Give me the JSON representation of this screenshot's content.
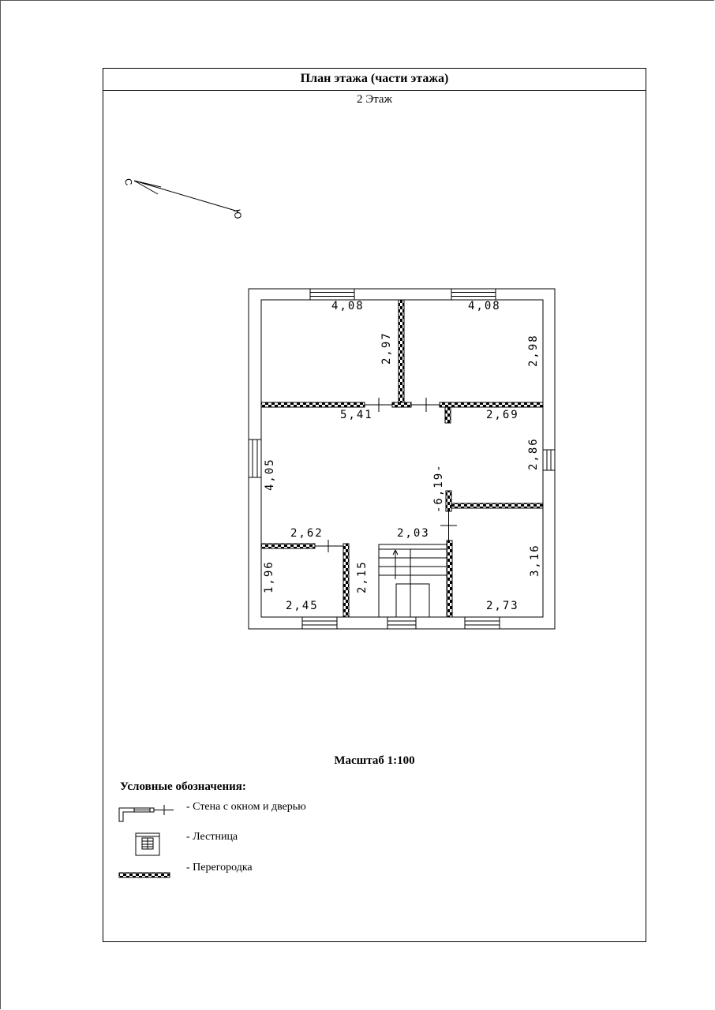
{
  "document": {
    "title": "План этажа (части этажа)",
    "floor": "2 Этаж",
    "scale": "Масштаб 1:100"
  },
  "compass": {
    "north_letter": "С",
    "south_letter": "Ю"
  },
  "dimensions": {
    "top_left_room_width": "4,08",
    "top_left_room_height": "2,97",
    "top_right_room_width": "4,08",
    "top_right_room_height": "2,98",
    "hall_top_width": "5,41",
    "hall_right_top_width": "2,69",
    "hall_right_height": "2,86",
    "hall_left_height": "4,05",
    "hall_middle_length": "-6,19-",
    "bottom_left_top_width": "2,62",
    "bottom_left_height": "1,96",
    "bottom_left_bottom_width": "2,45",
    "corridor_height": "2,15",
    "stair_width": "2,03",
    "bottom_right_height": "3,16",
    "bottom_right_width": "2,73"
  },
  "legend": {
    "title": "Условные обозначения:",
    "items": [
      {
        "icon": "wall-with-window-door-icon",
        "label": "- Стена с окном и дверью"
      },
      {
        "icon": "stair-icon",
        "label": "- Лестница"
      },
      {
        "icon": "partition-icon",
        "label": "- Перегородка"
      }
    ]
  }
}
